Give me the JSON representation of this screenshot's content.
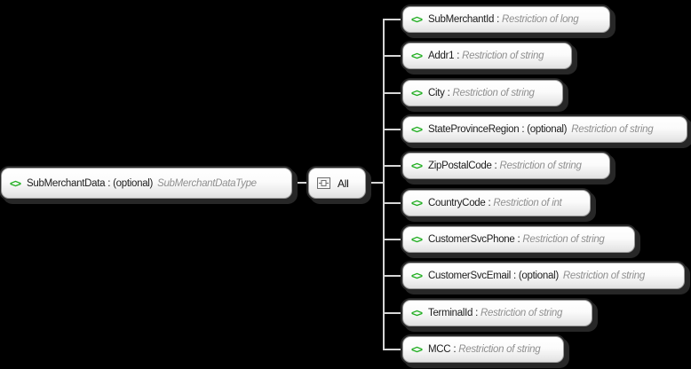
{
  "diagram": {
    "separator": ":",
    "element_icon_glyph": "<>",
    "root": {
      "name": "SubMerchantData",
      "modifier": "(optional)",
      "type": "SubMerchantDataType"
    },
    "compositor": {
      "label": "All"
    },
    "elements": [
      {
        "name": "SubMerchantId",
        "modifier": "",
        "type": "Restriction of long"
      },
      {
        "name": "Addr1",
        "modifier": "",
        "type": "Restriction of string"
      },
      {
        "name": "City",
        "modifier": "",
        "type": "Restriction of string"
      },
      {
        "name": "StateProvinceRegion",
        "modifier": "(optional)",
        "type": "Restriction of string"
      },
      {
        "name": "ZipPostalCode",
        "modifier": "",
        "type": "Restriction of string"
      },
      {
        "name": "CountryCode",
        "modifier": "",
        "type": "Restriction of int"
      },
      {
        "name": "CustomerSvcPhone",
        "modifier": "",
        "type": "Restriction of string"
      },
      {
        "name": "CustomerSvcEmail",
        "modifier": "(optional)",
        "type": "Restriction of string"
      },
      {
        "name": "TerminalId",
        "modifier": "",
        "type": "Restriction of string"
      },
      {
        "name": "MCC",
        "modifier": "",
        "type": "Restriction of string"
      }
    ],
    "colors": {
      "background": "#000000",
      "element_icon_green": "#1fae1f",
      "name_text": "#1c1c1c",
      "type_text": "#8f8f8f",
      "connector": "#d6d6d6"
    }
  }
}
